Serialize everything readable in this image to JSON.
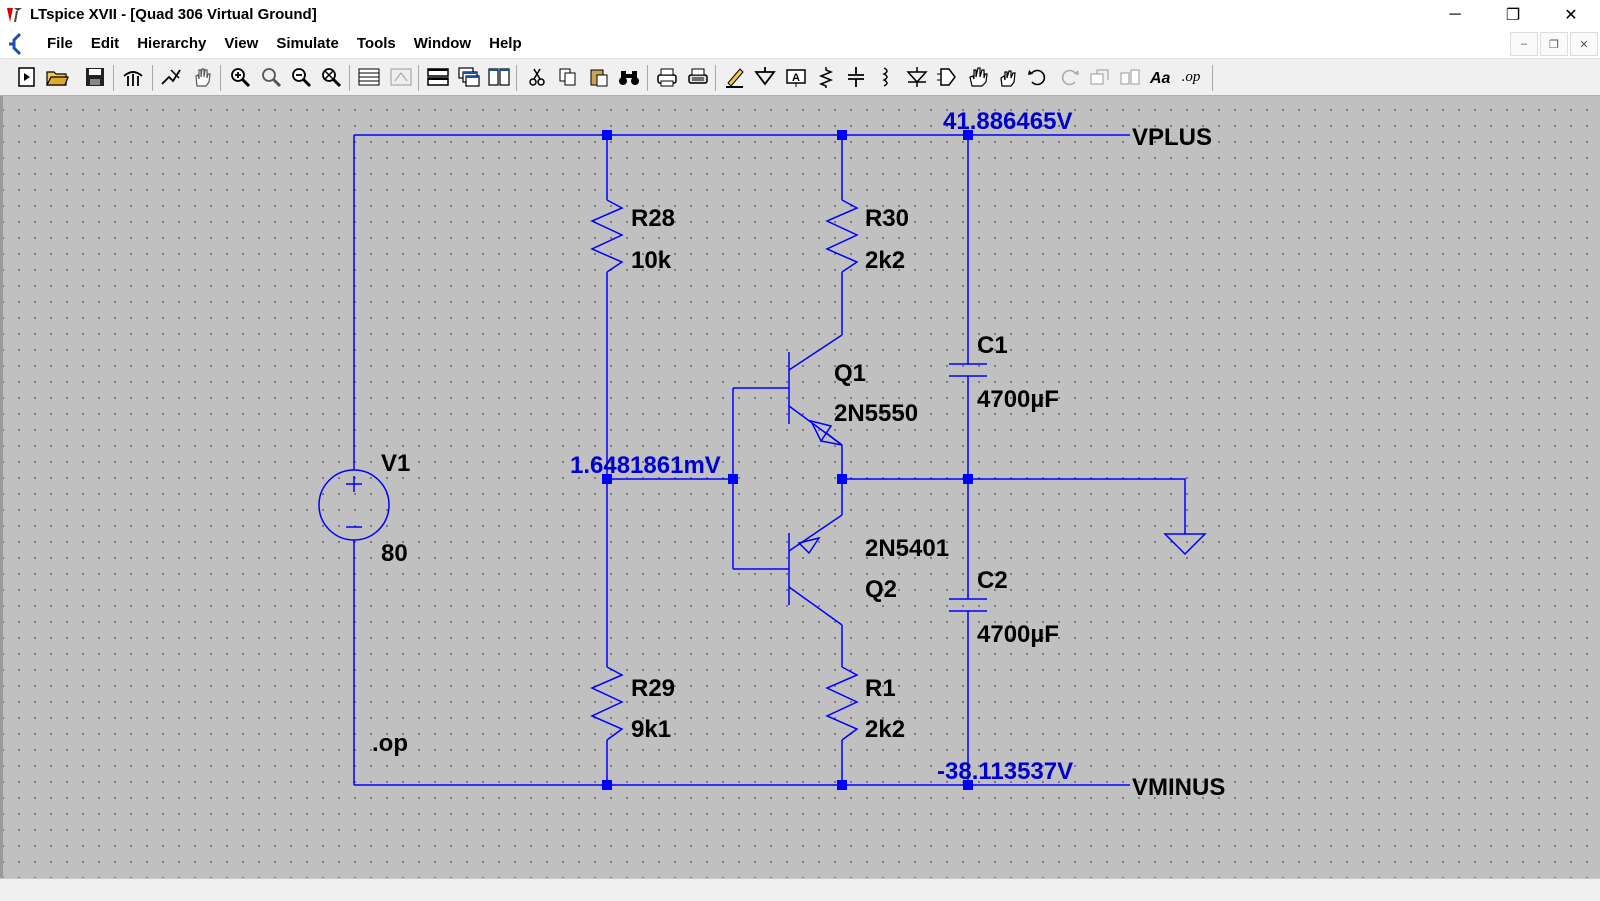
{
  "window": {
    "title": "LTspice XVII - [Quad 306 Virtual Ground]",
    "controls": {
      "minimize": "─",
      "restore": "❐",
      "close": "✕"
    }
  },
  "menu": {
    "items": [
      "File",
      "Edit",
      "Hierarchy",
      "View",
      "Simulate",
      "Tools",
      "Window",
      "Help"
    ],
    "mdi": {
      "minimize": "–",
      "restore": "❐",
      "close": "✕"
    }
  },
  "toolbar": {
    "buttons": [
      "new-schematic",
      "open",
      "save",
      "control-panel",
      "run",
      "halt",
      "zoom-in",
      "zoom-area",
      "zoom-out",
      "zoom-fit",
      "waveform",
      "waveform-close",
      "tile-horizontal",
      "cascade",
      "tile-vertical",
      "cut",
      "copy",
      "paste",
      "find",
      "print-setup",
      "print",
      "draw-wire",
      "ground",
      "label-net",
      "resistor",
      "capacitor",
      "inductor",
      "diode",
      "component",
      "move",
      "drag",
      "undo",
      "redo",
      "rotate",
      "mirror",
      "text",
      "spice-directive"
    ],
    "spice_directive_label": ".op"
  },
  "schematic": {
    "net_labels": {
      "vplus": "VPLUS",
      "vminus": "VMINUS"
    },
    "node_voltages": {
      "vplus": "41.886465V",
      "mid": "1.6481861mV",
      "vminus": "-38.113537V"
    },
    "components": {
      "r28": {
        "name": "R28",
        "value": "10k"
      },
      "r30": {
        "name": "R30",
        "value": "2k2"
      },
      "r29": {
        "name": "R29",
        "value": "9k1"
      },
      "r1": {
        "name": "R1",
        "value": "2k2"
      },
      "c1": {
        "name": "C1",
        "value": "4700µF"
      },
      "c2": {
        "name": "C2",
        "value": "4700µF"
      },
      "q1": {
        "name": "Q1",
        "value": "2N5550"
      },
      "q2": {
        "name": "Q2",
        "value": "2N5401"
      },
      "v1": {
        "name": "V1",
        "value": "80"
      }
    },
    "directive": ".op",
    "colors": {
      "wire": "#0000ff",
      "component": "#0000ff",
      "label": "#000000",
      "voltage": "#0000cc",
      "background": "#c0c0c0"
    }
  }
}
